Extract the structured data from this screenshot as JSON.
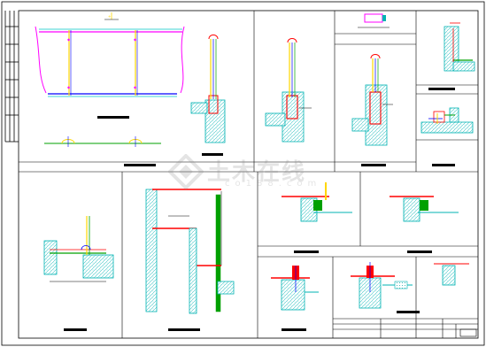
{
  "drawing": {
    "details": [
      {
        "id": "railing-elevation",
        "caption": "",
        "scale": ""
      },
      {
        "id": "detail-1",
        "caption": "",
        "scale": ""
      },
      {
        "id": "detail-2",
        "caption": "",
        "scale": ""
      },
      {
        "id": "detail-3",
        "caption": "",
        "scale": ""
      },
      {
        "id": "detail-4",
        "caption": "",
        "scale": ""
      },
      {
        "id": "detail-5",
        "caption": "",
        "scale": ""
      },
      {
        "id": "detail-6",
        "caption": "",
        "scale": ""
      },
      {
        "id": "detail-7",
        "caption": "",
        "scale": ""
      },
      {
        "id": "detail-8",
        "caption": "",
        "scale": ""
      },
      {
        "id": "detail-9",
        "caption": "",
        "scale": ""
      },
      {
        "id": "detail-10",
        "caption": "",
        "scale": ""
      },
      {
        "id": "detail-11",
        "caption": "",
        "scale": ""
      }
    ],
    "title_block": {
      "drawing_no": ""
    }
  },
  "watermark": {
    "brand_cn": "土木在线",
    "brand_en": "co188.com"
  },
  "colors": {
    "frame": "#000000",
    "concrete_hatch": "#00b3b3",
    "rail_magenta": "#ff00ff",
    "rail_blue": "#0000ff",
    "rail_yellow": "#ffff00",
    "red": "#ff0000",
    "green": "#00a000",
    "cyan": "#00c8c8"
  },
  "icons": [
    "watermark-logo-icon"
  ]
}
